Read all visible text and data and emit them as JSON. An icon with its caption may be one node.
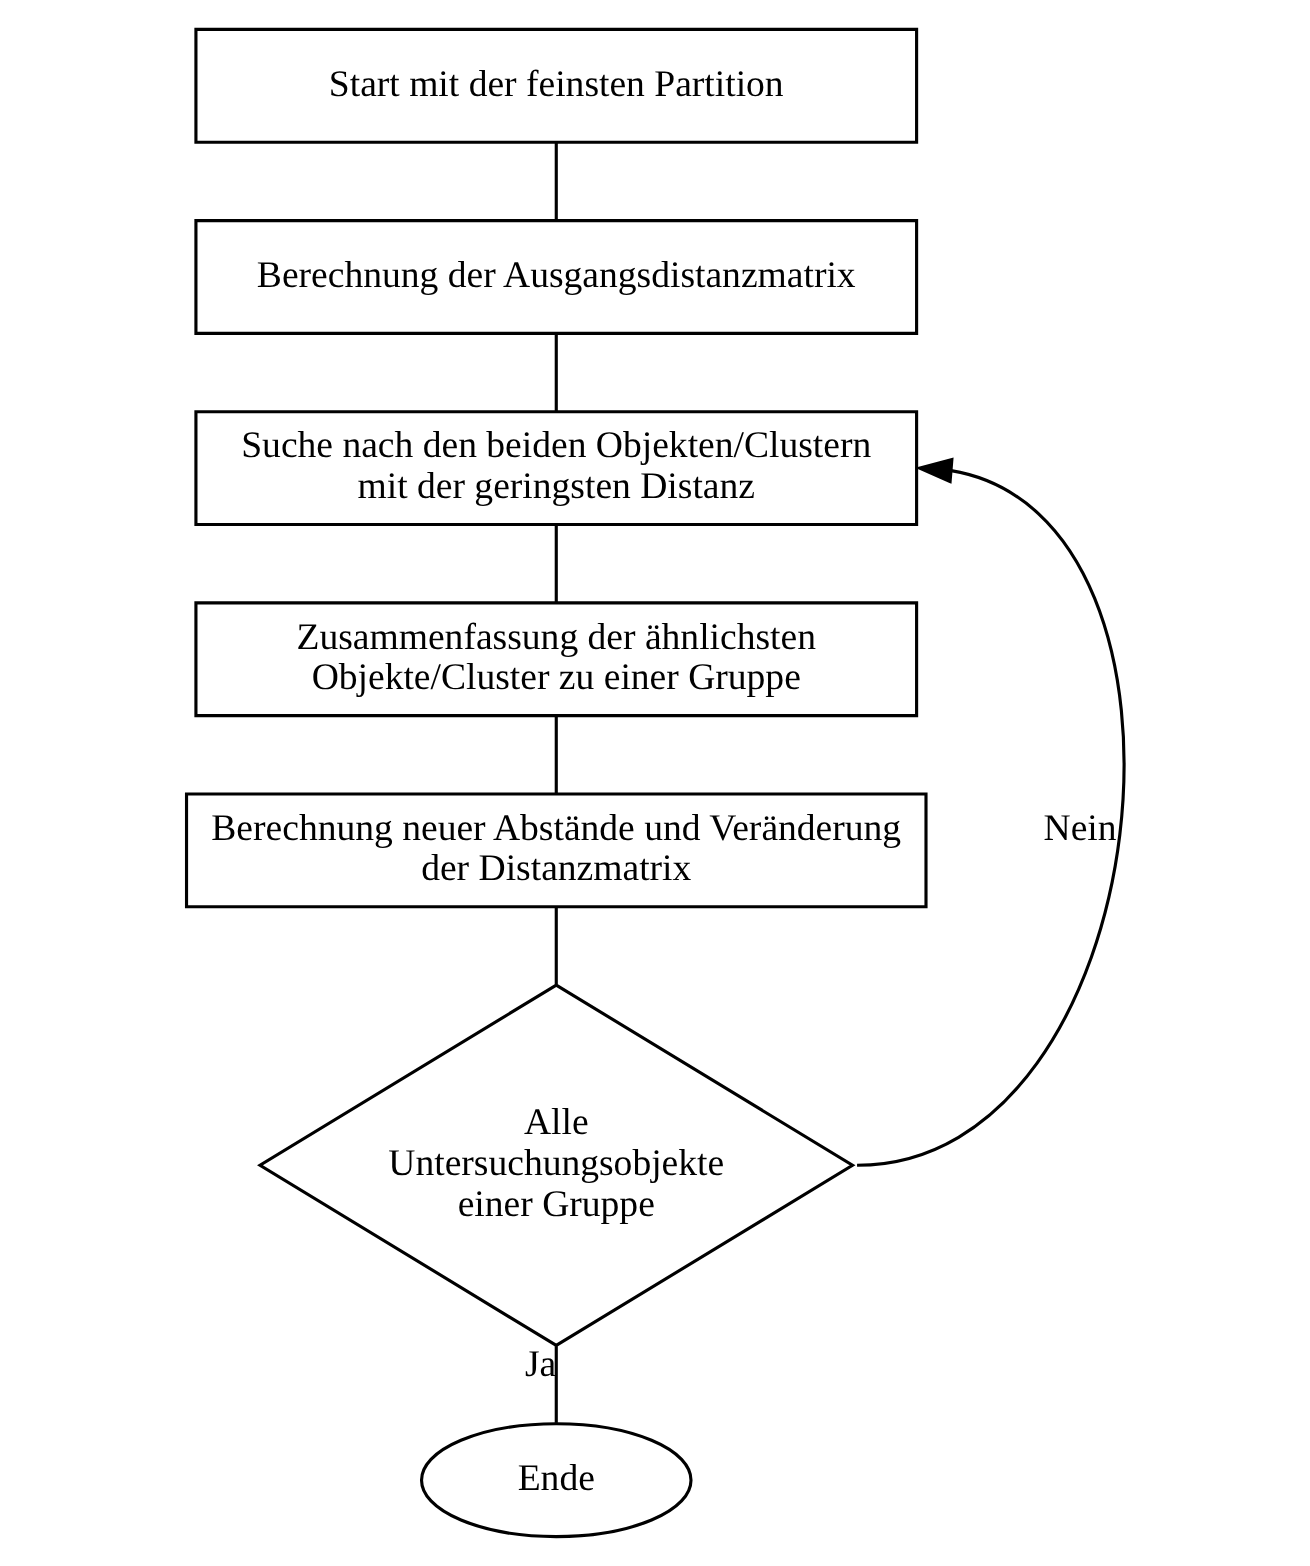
{
  "diagram": {
    "nodes": [
      {
        "text": [
          "Start mit der feinsten Partition"
        ]
      },
      {
        "text": [
          "Berechnung der Ausgangsdistanzmatrix"
        ]
      },
      {
        "text": [
          "Suche nach den beiden Objekten/Clustern mit der geringsten Distanz"
        ]
      },
      {
        "text": [
          "Zusammenfassung der ähnlichsten Objekte/Cluster zu einer Gruppe"
        ]
      },
      {
        "text": [
          "Berechnung neuer Abstände und Veränderung der Distanzmatrix"
        ]
      },
      {
        "text": [
          "Alle Untersuchungsobjekte einer Gruppe"
        ]
      },
      {
        "text": [
          "Ende"
        ]
      }
    ],
    "edges": [
      {
        "from": 0,
        "to": 1,
        "arrow": "none"
      },
      {
        "from": 1,
        "to": 2,
        "arrow": "none"
      },
      {
        "from": 2,
        "to": 3,
        "arrow": "none"
      },
      {
        "from": 3,
        "to": 4,
        "arrow": "none"
      },
      {
        "from": 4,
        "to": 5,
        "arrow": "none"
      },
      {
        "from": 5,
        "to": 6,
        "label": "Ja",
        "arrow": "none"
      },
      {
        "from": 5,
        "to": 2,
        "label": "Nein",
        "arrow": "to"
      }
    ]
  }
}
